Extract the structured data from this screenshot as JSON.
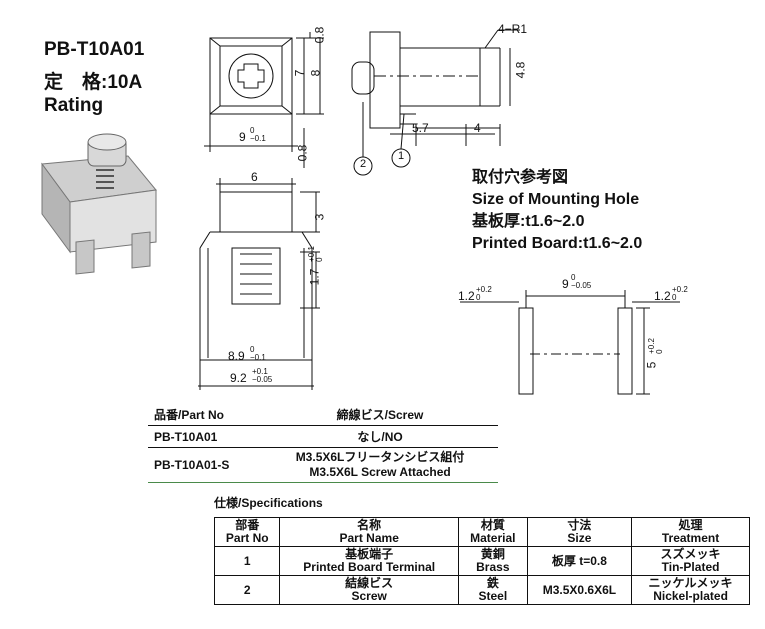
{
  "header": {
    "model": "PB-T10A01",
    "rating_jp": "定　格:10A",
    "rating_en": "Rating"
  },
  "drawing_labels": {
    "r1": "4−R1",
    "d48": "4.8",
    "d08a": "0.8",
    "d7": "7",
    "d8": "8",
    "d57": "5.7",
    "d4": "4",
    "d9": "9",
    "d9tol": "0\n−0.1",
    "d08b": "0.8",
    "c2": "2",
    "c1": "1",
    "d6": "6",
    "d3": "3",
    "d17": "1.7",
    "d17tol": "+0.1\n0",
    "d89": "8.9",
    "d89tol": "0\n−0.1",
    "d92": "9.2",
    "d92tol": "+0.1\n−0.05"
  },
  "mounting": {
    "title_jp": "取付穴参考図",
    "title_en": "Size of Mounting Hole",
    "board_jp": "基板厚:t1.6~2.0",
    "board_en": "Printed Board:t1.6~2.0",
    "w_left": "1.2",
    "w_left_tol": "+0.2\n0",
    "pitch": "9",
    "pitch_tol": "0\n−0.05",
    "w_right": "1.2",
    "w_right_tol": "+0.2\n0",
    "height": "5",
    "height_tol": "+0.2\n0"
  },
  "part_table": {
    "col1": "品番/Part No",
    "col2": "締線ビス/Screw",
    "rows": [
      {
        "part": "PB-T10A01",
        "screw": "なし/NO",
        "screw2": ""
      },
      {
        "part": "PB-T10A01-S",
        "screw": "M3.5X6Lフリータンシビス組付",
        "screw2": "M3.5X6L Screw Attached"
      }
    ]
  },
  "spec": {
    "title": "仕様/Specifications",
    "headers": [
      {
        "jp": "部番",
        "en": "Part No"
      },
      {
        "jp": "名称",
        "en": "Part Name"
      },
      {
        "jp": "材質",
        "en": "Material"
      },
      {
        "jp": "寸法",
        "en": "Size"
      },
      {
        "jp": "処理",
        "en": "Treatment"
      }
    ],
    "rows": [
      {
        "no": "1",
        "name_jp": "基板端子",
        "name_en": "Printed Board Terminal",
        "mat_jp": "黄銅",
        "mat_en": "Brass",
        "size": "板厚 t=0.8",
        "treat_jp": "スズメッキ",
        "treat_en": "Tin-Plated"
      },
      {
        "no": "2",
        "name_jp": "結線ビス",
        "name_en": "Screw",
        "mat_jp": "鉄",
        "mat_en": "Steel",
        "size": "M3.5X0.6X6L",
        "treat_jp": "ニッケルメッキ",
        "treat_en": "Nickel-plated"
      }
    ]
  }
}
